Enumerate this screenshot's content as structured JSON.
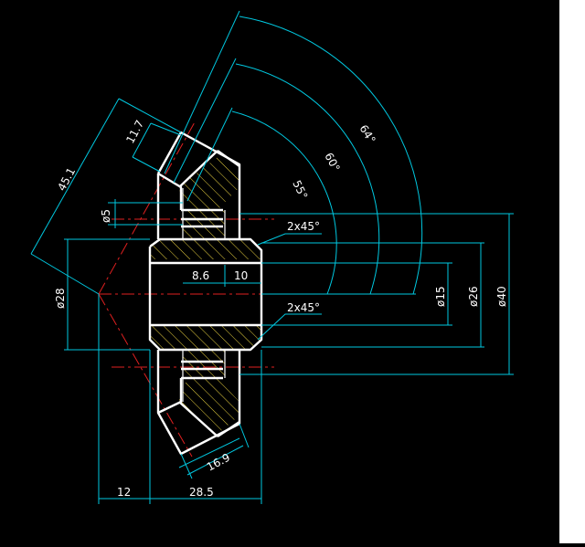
{
  "drawing": {
    "colors": {
      "background": "#000000",
      "dimension": "#00c8e0",
      "outline": "#ffffff",
      "centerline": "#e02020",
      "hatch": "#e8d040"
    },
    "dimensions": {
      "d_11_7": "11.7",
      "d_45_1": "45.1",
      "d_phi5": "ø5",
      "d_phi28": "ø28",
      "d_8_6": "8.6",
      "d_10": "10",
      "d_phi15": "ø15",
      "d_phi26": "ø26",
      "d_phi40": "ø40",
      "d_16_9": "16.9",
      "d_12": "12",
      "d_28_5": "28.5"
    },
    "angles": {
      "a64": "64°",
      "a60": "60°",
      "a55": "55°"
    },
    "chamfers": {
      "top": "2x45°",
      "bottom": "2x45°"
    }
  }
}
